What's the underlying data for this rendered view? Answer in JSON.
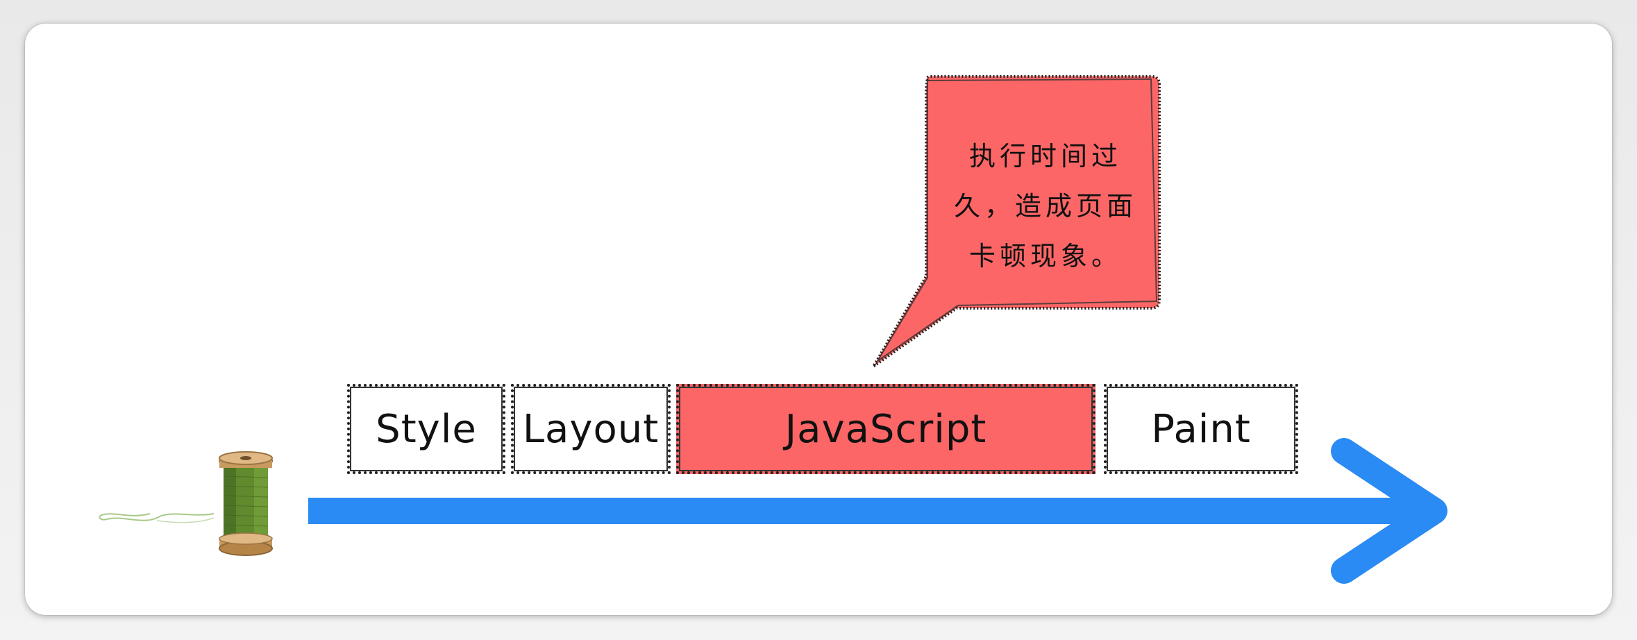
{
  "tasks": [
    {
      "label": "Style",
      "highlighted": false
    },
    {
      "label": "Layout",
      "highlighted": false
    },
    {
      "label": "JavaScript",
      "highlighted": true
    },
    {
      "label": "Paint",
      "highlighted": false
    }
  ],
  "callout": {
    "lines": [
      "执行时间过",
      "久，造成页面",
      "卡顿现象。"
    ]
  },
  "icons": {
    "spool": "thread-spool-icon",
    "arrow": "timeline-arrow-icon"
  },
  "colors": {
    "highlight": "#fd6666",
    "arrow": "#2a8bf4",
    "border": "#222222",
    "spool_thread": "#5f8a2e",
    "spool_wood": "#c89a5e"
  }
}
